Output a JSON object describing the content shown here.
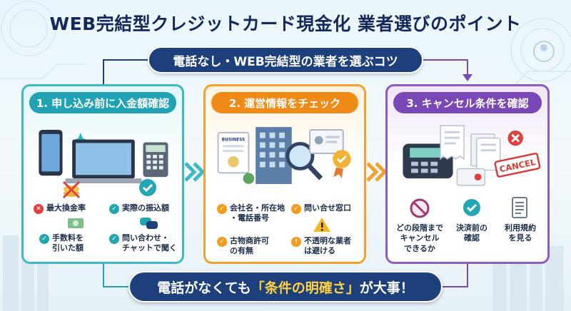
{
  "title": "WEB完結型クレジットカード現金化 業者選びのポイント",
  "subtitle": "電話なし・WEB完結型の業者を選ぶコツ",
  "colors": {
    "navy": "#1d3f7c",
    "teal": "#21a3b5",
    "orange": "#f08a16",
    "purple": "#7a47b6",
    "highlight": "#ffd23f"
  },
  "cards": [
    {
      "heading": "1. 申し込み前に入金額確認",
      "items": [
        {
          "badge": "cross",
          "text": "最大換金率"
        },
        {
          "badge": "check",
          "text": "実際の振込額"
        },
        {
          "badge": "check",
          "text": "手数料を\n引いた額"
        },
        {
          "badge": "check",
          "text": "問い合わせ・\nチャットで聞く"
        }
      ]
    },
    {
      "heading": "2. 運営情報をチェック",
      "items": [
        {
          "badge": "check",
          "text": "会社名・所在地\n・電話番号"
        },
        {
          "badge": "check",
          "text": "問い合せ窓口"
        },
        {
          "badge": "check",
          "text": "古物商許可\nの有無"
        },
        {
          "badge": "warning",
          "text": "不透明な業者\nは避ける"
        }
      ]
    },
    {
      "heading": "3. キャンセル条件を確認",
      "cancel_stamp": "CANCEL",
      "items": [
        {
          "icon": "prohibited-icon",
          "text": "どの段階まで\nキャンセル\nできるか"
        },
        {
          "icon": "check-icon",
          "text": "決済前の\n確認"
        },
        {
          "icon": "document-icon",
          "text": "利用規約\nを見る"
        }
      ]
    }
  ],
  "bottom": {
    "prefix": "電話がなくても",
    "highlight": "「条件の明確さ」",
    "suffix": "が大事！"
  },
  "illustration_labels": {
    "business_doc": "BUSINESS"
  }
}
